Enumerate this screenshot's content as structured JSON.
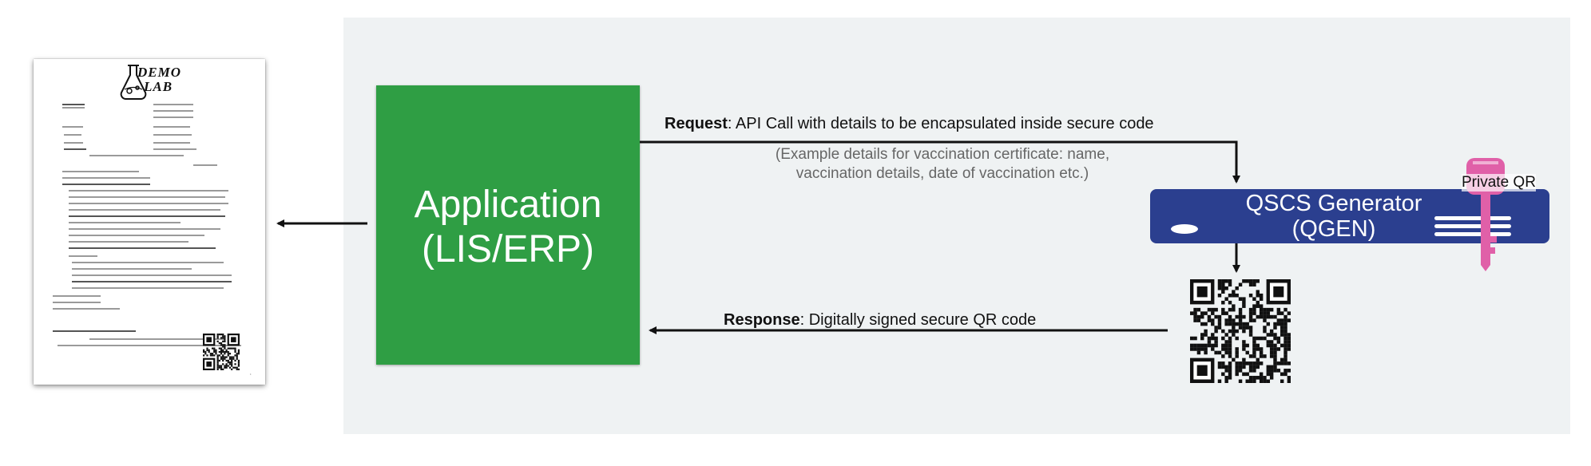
{
  "document": {
    "logo_line1": "DEMO",
    "logo_line2": "LAB"
  },
  "application": {
    "line1": "Application",
    "line2": "(LIS/ERP)",
    "color": "#2f9e44"
  },
  "request": {
    "bold": "Request",
    "text": ": API Call with details to be encapsulated inside secure code",
    "note_line1": "(Example details for vaccination certificate: name,",
    "note_line2": "vaccination details, date of vaccination etc.)"
  },
  "generator": {
    "line1": "QSCS Generator",
    "line2": "(QGEN)",
    "color": "#2b3f8f"
  },
  "key": {
    "label": "Private QR",
    "color": "#e060a8"
  },
  "response": {
    "bold": "Response",
    "text": ": Digitally signed secure QR code"
  },
  "panel_color": "#eff2f3"
}
